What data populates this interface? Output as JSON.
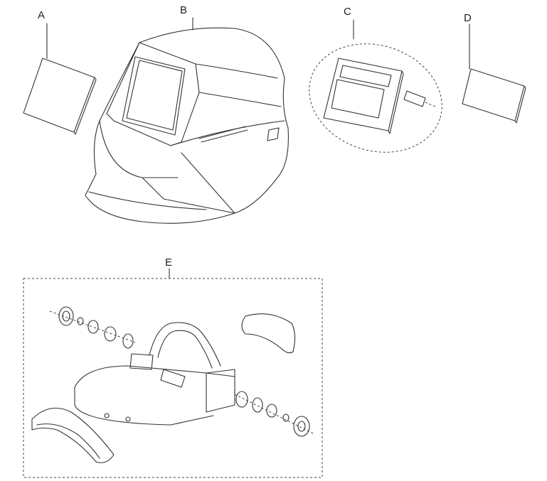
{
  "labels": {
    "a": "A",
    "b": "B",
    "c": "C",
    "d": "D",
    "e": "E"
  },
  "colors": {
    "line": "#333333",
    "background": "#ffffff"
  }
}
